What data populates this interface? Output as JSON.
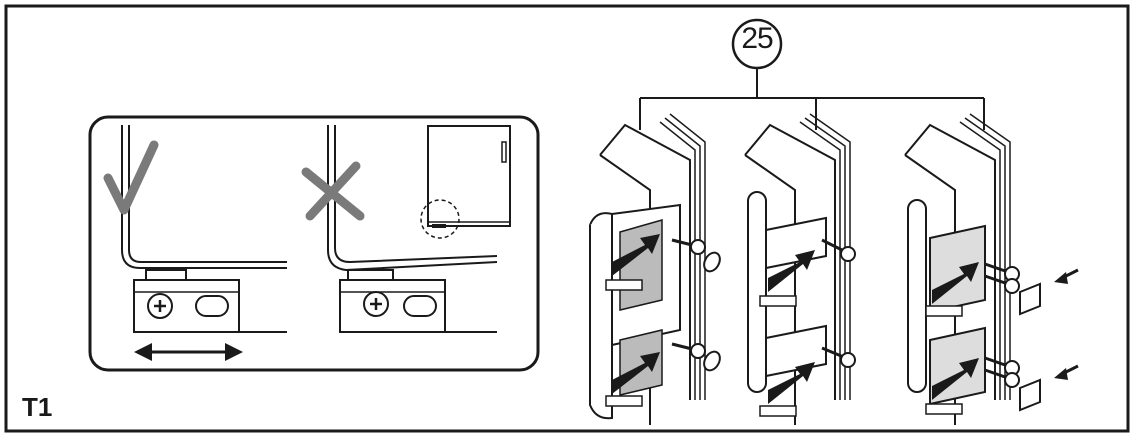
{
  "figure": {
    "label": "T1",
    "reference_number": "25"
  },
  "symbols": {
    "correct": "check-mark",
    "incorrect": "cross-mark",
    "adjust": "double-arrow"
  }
}
